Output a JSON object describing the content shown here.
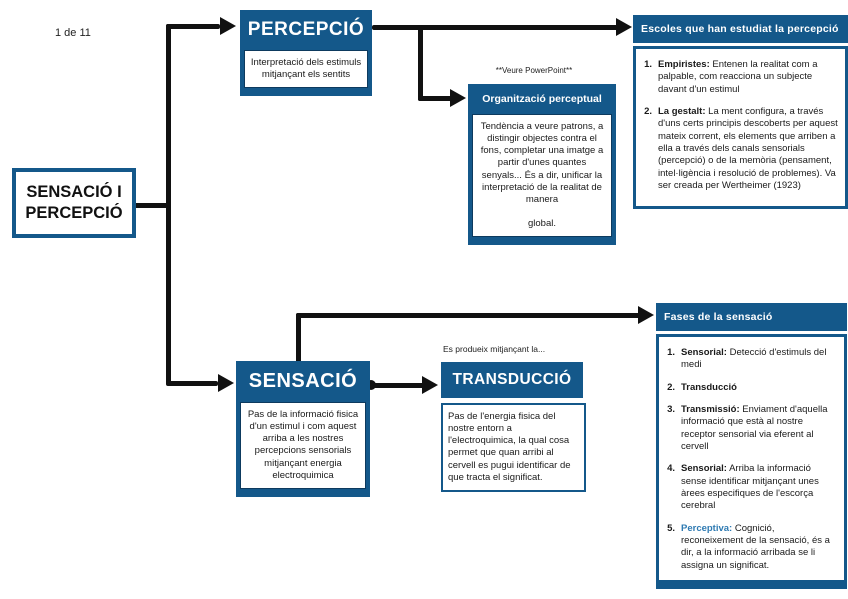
{
  "page": {
    "page_number": "1 de 11"
  },
  "colors": {
    "accent": "#14588a",
    "accent_light": "#2e7ab2",
    "arrow": "#111111"
  },
  "root": {
    "title": "SENSACIÓ I PERCEPCIÓ"
  },
  "percepcio": {
    "title": "PERCEPCIÓ",
    "description": "Interpretació dels estimuls mitjançant els sentits"
  },
  "organitzacio": {
    "note": "**Veure PowerPoint**",
    "title": "Organització perceptual",
    "description": "Tendència a veure patrons, a distingir objectes contra el fons, completar una imatge a partir d'unes quantes senyals... És a dir, unificar la interpretació de la realitat de manera",
    "description_tail": "global."
  },
  "escoles": {
    "title": "Escoles que han estudiat la percepció",
    "items": [
      {
        "num": "1.",
        "lead": "Empiristes:",
        "text": "Entenen la realitat com a palpable, com reacciona un subjecte davant d'un estimul"
      },
      {
        "num": "2.",
        "lead": "La gestalt:",
        "text": "La ment configura, a través d'uns certs principis descoberts per aquest mateix corrent, els elements que arriben a ella a través dels canals sensorials (percepció) o de la memòria (pensament, intel·ligència i resolució de problemes). Va ser creada per Wertheimer (1923)"
      }
    ]
  },
  "sensacio": {
    "title": "SENSACIÓ",
    "description": "Pas de la informació fisica d'un estimul i com aquest arriba a les nostres percepcions sensorials mitjançant energia electroquimica"
  },
  "transduccio": {
    "note": "Es produeix mitjançant la...",
    "title": "TRANSDUCCIÓ",
    "description": "Pas de l'energia fisica del nostre entorn a l'electroquimica, la qual cosa permet que quan arribi al cervell es pugui identificar de que tracta el significat."
  },
  "fases": {
    "title": "Fases de la sensació",
    "items": [
      {
        "num": "1.",
        "lead": "Sensorial:",
        "text": "Detecció d'estimuls del medi"
      },
      {
        "num": "2.",
        "lead": "Transducció",
        "text": ""
      },
      {
        "num": "3.",
        "lead": "Transmissió:",
        "text": "Enviament d'aquella informació que està al nostre receptor sensorial via eferent al cervell"
      },
      {
        "num": "4.",
        "lead": "Sensorial:",
        "text": "Arriba la informació sense identificar mitjançant unes àrees especifiques de l'escorça cerebral"
      },
      {
        "num": "5.",
        "lead": "Perceptiva:",
        "text": "Cognició, reconeixement de la sensació, és a dir, a la informació arribada se li assigna un significat."
      }
    ]
  }
}
